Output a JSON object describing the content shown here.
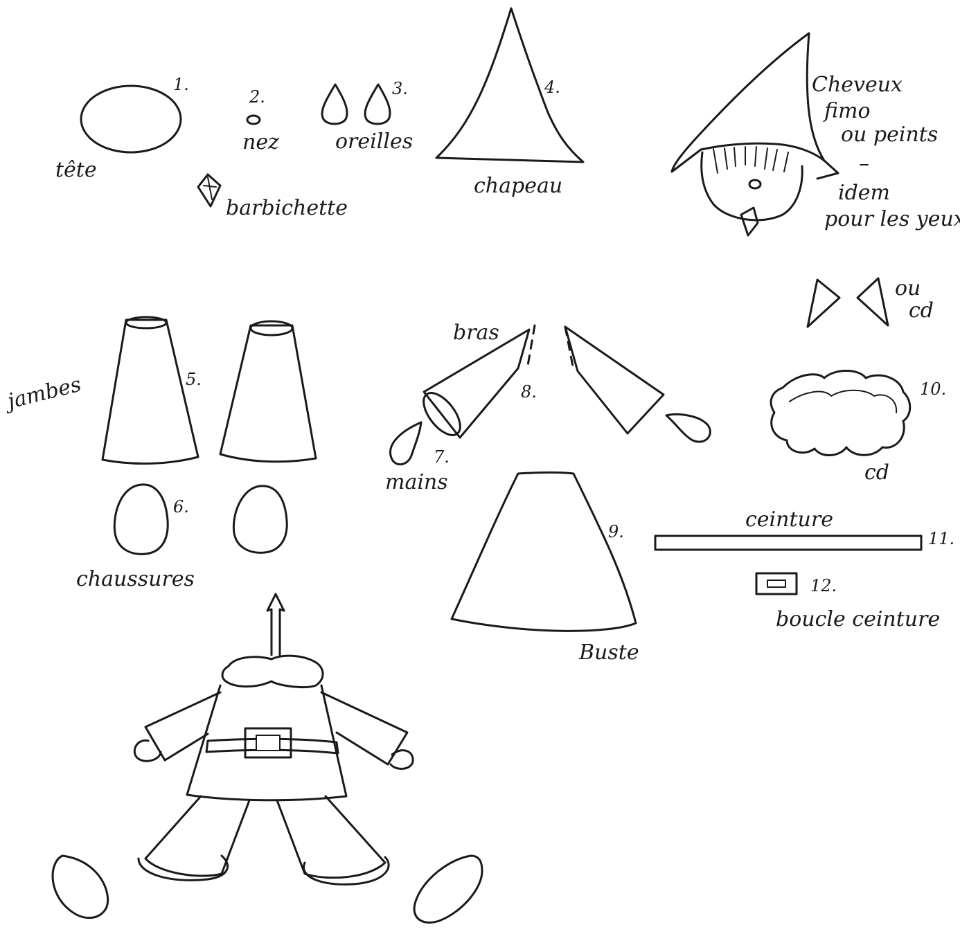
{
  "labels": {
    "tete": "tête",
    "nez": "nez",
    "oreilles": "oreilles",
    "barbichette": "barbichette",
    "chapeau": "chapeau",
    "cheveux_1": "Cheveux",
    "cheveux_2": "fimo",
    "cheveux_3": "ou peints",
    "cheveux_4": "–",
    "cheveux_5": "idem",
    "cheveux_6": "pour les yeux",
    "ou": "ou",
    "cd": "cd",
    "jambes": "jambes",
    "bras": "bras",
    "mains": "mains",
    "chaussures": "chaussures",
    "buste": "Buste",
    "col_cd": "cd",
    "ceinture": "ceinture",
    "boucle_ceinture": "boucle ceinture"
  },
  "numbers": {
    "n1": "1.",
    "n2": "2.",
    "n3": "3.",
    "n4": "4.",
    "n5": "5.",
    "n6": "6.",
    "n7": "7.",
    "n8": "8.",
    "n9": "9.",
    "n10": "10.",
    "n11": "11.",
    "n12": "12."
  },
  "colors": {
    "ink": "#1a1a1a",
    "paper": "#ffffff"
  }
}
